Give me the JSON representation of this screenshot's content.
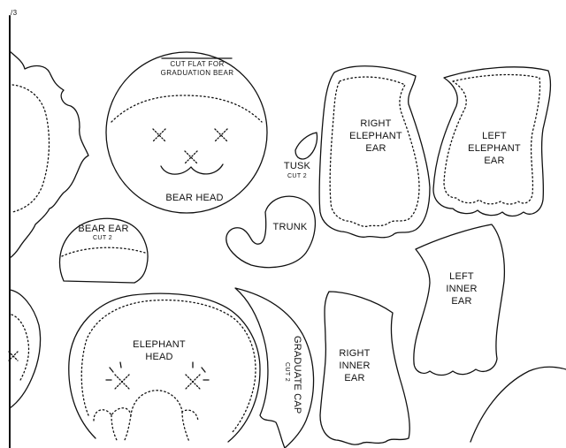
{
  "page": {
    "corner_mark": "/3",
    "ink_color": "#111111",
    "paper_color": "#ffffff"
  },
  "pieces": {
    "bear_head": {
      "note_line1": "CUT FLAT FOR",
      "note_line2": "GRADUATION BEAR",
      "label": "BEAR HEAD"
    },
    "right_elephant_ear": {
      "line1": "RIGHT",
      "line2": "ELEPHANT",
      "line3": "EAR"
    },
    "left_elephant_ear": {
      "line1": "LEFT",
      "line2": "ELEPHANT",
      "line3": "EAR"
    },
    "tusk": {
      "label": "TUSK",
      "cut": "CUT 2"
    },
    "trunk": {
      "label": "TRUNK"
    },
    "bear_ear": {
      "label": "BEAR EAR",
      "cut": "CUT 2"
    },
    "left_inner_ear": {
      "line1": "LEFT",
      "line2": "INNER",
      "line3": "EAR"
    },
    "elephant_head": {
      "line1": "ELEPHANT",
      "line2": "HEAD"
    },
    "graduate_cap": {
      "label": "GRADUATE CAP",
      "cut": "CUT 2"
    },
    "right_inner_ear": {
      "line1": "RIGHT",
      "line2": "INNER",
      "line3": "EAR"
    }
  }
}
